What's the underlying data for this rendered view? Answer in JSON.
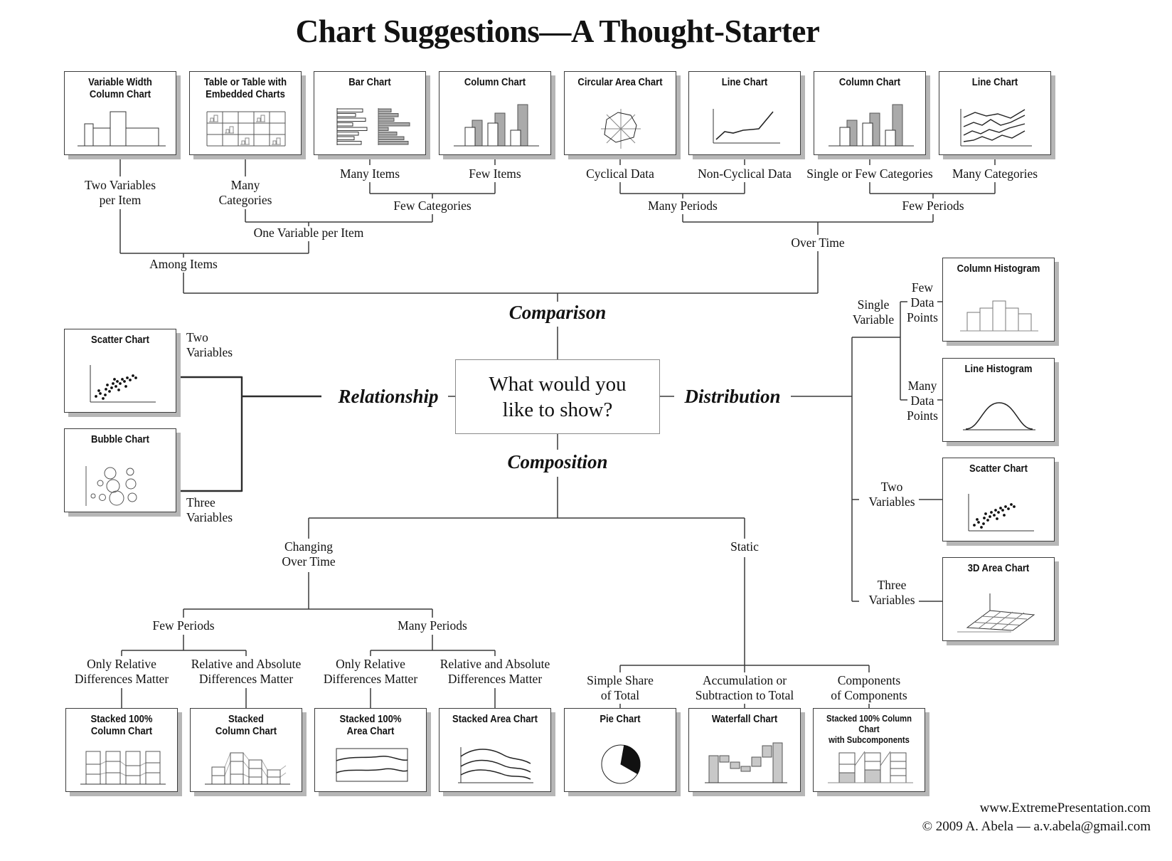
{
  "title": "Chart Suggestions—A Thought-Starter",
  "question": "What would you\nlike to show?",
  "axes": {
    "comparison": "Comparison",
    "relationship": "Relationship",
    "distribution": "Distribution",
    "composition": "Composition"
  },
  "top": {
    "boxes": [
      {
        "title": "Variable Width\nColumn Chart"
      },
      {
        "title": "Table or Table with\nEmbedded Charts"
      },
      {
        "title": "Bar Chart"
      },
      {
        "title": "Column Chart"
      },
      {
        "title": "Circular Area Chart"
      },
      {
        "title": "Line Chart"
      },
      {
        "title": "Column Chart"
      },
      {
        "title": "Line Chart"
      }
    ],
    "labels": {
      "two_variables_per_item": "Two Variables\nper Item",
      "many_categories_left": "Many\nCategories",
      "many_items": "Many Items",
      "few_items": "Few Items",
      "few_categories": "Few Categories",
      "one_variable_per_item": "One Variable per Item",
      "among_items": "Among Items",
      "cyclical_data": "Cyclical Data",
      "non_cyclical_data": "Non-Cyclical Data",
      "many_periods": "Many Periods",
      "single_or_few_categories": "Single or Few Categories",
      "many_categories_right": "Many Categories",
      "few_periods": "Few Periods",
      "over_time": "Over Time"
    }
  },
  "left": {
    "boxes": [
      {
        "title": "Scatter Chart"
      },
      {
        "title": "Bubble Chart"
      }
    ],
    "labels": {
      "two_variables": "Two\nVariables",
      "three_variables": "Three\nVariables"
    }
  },
  "right": {
    "boxes": [
      {
        "title": "Column Histogram"
      },
      {
        "title": "Line Histogram"
      },
      {
        "title": "Scatter Chart"
      },
      {
        "title": "3D Area Chart"
      }
    ],
    "labels": {
      "single_variable": "Single\nVariable",
      "few_data_points": "Few\nData\nPoints",
      "many_data_points": "Many\nData\nPoints",
      "two_variables": "Two\nVariables",
      "three_variables": "Three\nVariables"
    }
  },
  "bottom": {
    "labels": {
      "changing_over_time": "Changing\nOver Time",
      "static": "Static",
      "few_periods": "Few Periods",
      "many_periods": "Many Periods",
      "only_relative_1": "Only Relative\nDifferences Matter",
      "relative_absolute_1": "Relative and Absolute\nDifferences Matter",
      "only_relative_2": "Only Relative\nDifferences Matter",
      "relative_absolute_2": "Relative and Absolute\nDifferences Matter",
      "simple_share": "Simple Share\nof Total",
      "accumulation": "Accumulation or\nSubtraction to Total",
      "components": "Components\nof Components"
    },
    "boxes": [
      {
        "title": "Stacked 100%\nColumn Chart"
      },
      {
        "title": "Stacked\nColumn Chart"
      },
      {
        "title": "Stacked 100%\nArea Chart"
      },
      {
        "title": "Stacked Area Chart"
      },
      {
        "title": "Pie Chart"
      },
      {
        "title": "Waterfall Chart"
      },
      {
        "title": "Stacked 100% Column Chart\nwith Subcomponents"
      }
    ]
  },
  "footer": {
    "website": "www.ExtremePresentation.com",
    "copyright": "© 2009 A. Abela — a.v.abela@gmail.com"
  }
}
